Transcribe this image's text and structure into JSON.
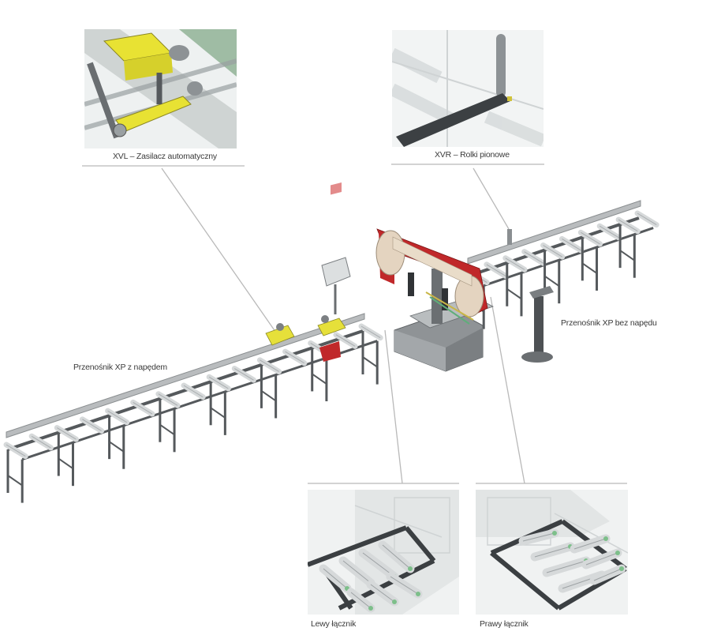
{
  "callouts": {
    "xvl": "XVL – Zasilacz automatyczny",
    "xvr": "XVR – Rolki pionowe",
    "xp_drive": "Przenośnik XP z napędem",
    "xp_nodrive": "Przenośnik XP bez napędu",
    "left_connector": "Lewy łącznik",
    "right_connector": "Prawy łącznik"
  },
  "colors": {
    "frame": "#55595c",
    "beam": "#b9bcbe",
    "roller": "#d6d9da",
    "yellow": "#e8e33a",
    "saw_red": "#c0282a",
    "saw_wheel": "#e6d6c2",
    "leader": "#b7b7b7",
    "roller_green": "#7dbf8a"
  },
  "icons": [
    "sawing-machine-icon",
    "control-panel-icon",
    "feeder-icon",
    "vertical-roller-icon"
  ]
}
